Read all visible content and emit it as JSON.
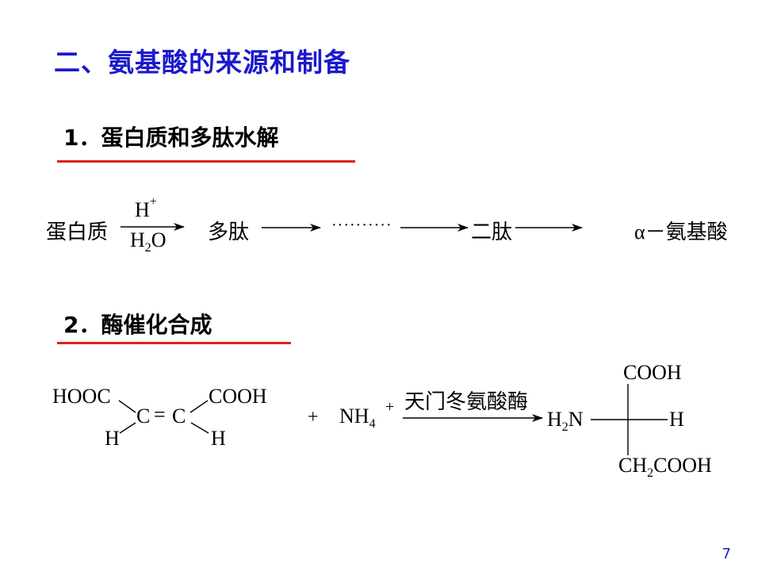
{
  "slide": {
    "title": "二、氨基酸的来源和制备",
    "page_number": "7",
    "colors": {
      "title": "#1a1acc",
      "underline": "#e0211b",
      "page_number": "#1a1acc"
    }
  },
  "section1": {
    "heading": "1．蛋白质和多肽水解",
    "reaction": {
      "reactant": "蛋白质",
      "catalyst_top": "H",
      "catalyst_top_sup": "+",
      "catalyst_bottom_h": "H",
      "catalyst_bottom_sub": "2",
      "catalyst_bottom_o": "O",
      "step1": "多肽",
      "ellipsis": "··········",
      "step2": "二肽",
      "product": "α－氨基酸"
    }
  },
  "section2": {
    "heading": "2．酶催化合成",
    "reactant": {
      "hooc": "HOOC",
      "cooh": "COOH",
      "c1": "C",
      "double_bond": "=",
      "c2": "C",
      "h_left": "H",
      "h_right": "H"
    },
    "plus": "+",
    "ammonium": {
      "nh": "NH",
      "sub": "4",
      "sup": "+"
    },
    "enzyme": "天门冬氨酸酶",
    "product": {
      "cooh_top": "COOH",
      "h2n_h": "H",
      "h2n_sub": "2",
      "h2n_n": "N",
      "h_right": "H",
      "ch2_c": "CH",
      "ch2_sub": "2",
      "ch2_cooh": "COOH"
    }
  }
}
